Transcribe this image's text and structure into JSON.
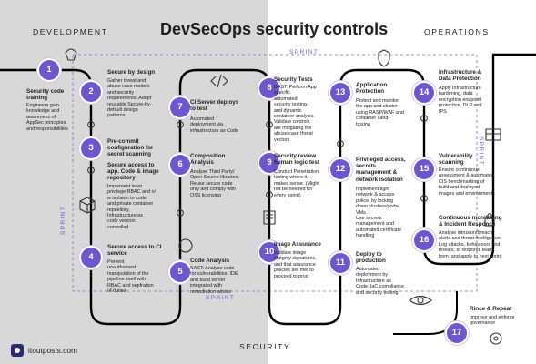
{
  "header": {
    "title": "DevSecOps security controls",
    "left_phase": "DEVELOPMENT",
    "right_phase": "OPERATIONS",
    "bottom_phase": "SECURITY"
  },
  "sprint_label": "SPRINT",
  "footer": {
    "site": "itoutposts.com"
  },
  "colors": {
    "accent": "#6e56cf",
    "track": "#000000",
    "dashed": "#7b6bd8",
    "left_bg": "#d8d8d8"
  },
  "steps": [
    {
      "n": "1",
      "title": "Security code\ntraining",
      "desc": "Engineers gain\nknowledge and\nawareness of\nAppSec principles\nand responsibilities"
    },
    {
      "n": "2",
      "title": "Secure by design",
      "desc": "Gather threat and\nabuse case models\nand security\nrequirements. Adopt\nreusable Secure-by-\ndefault design\npatterns"
    },
    {
      "n": "3",
      "title": "Pre-commit\nconfiguration for\nsecret scanning",
      "desc": ""
    },
    {
      "n": "",
      "title": "Secure access to\napp. Code & image\nrepository",
      "desc": "Implement least\nprivilege RBAC and n/\nw isolaion to code\nand private container\nrepository,\nInfrastructure as\ncode version\ncontrolled"
    },
    {
      "n": "4",
      "title": "Secure access to CI\nservice",
      "desc": "Prevent\nunauthorised\nmanipulation of the\npipeline itself with\nRBAC and sepfration\nof duties"
    },
    {
      "n": "5",
      "title": "Code Analysis",
      "desc": "SAST: Analyse code\nfor vulnerabilities. IDE\nand build server\nintegrated with\nremediation advice"
    },
    {
      "n": "6",
      "title": "Composition\nAnalysis",
      "desc": "Analyse Third Party/\nOpen Source libraries.\nReuse secure code\nonly and comply with\nOSS licensing"
    },
    {
      "n": "7",
      "title": "CI Server deploys\nto test",
      "desc": "Automated\ndeployment via\ninfrastructure as Code"
    },
    {
      "n": "8",
      "title": "Security Tests",
      "desc": "DAST: Perform App\nspecific\nautomated\nsecurity testing\nand dynamic\ncontainer analysis.\nValidate controls\nare mitigating the\nabuse case threat\nvectors"
    },
    {
      "n": "9",
      "title": "Security review\nhuman logic test",
      "desc": "Conduct Penetration\ntesting where it\nmakes sense. (Might\nnot be needed for\nevery sprint)"
    },
    {
      "n": "10",
      "title": "Image Assurance",
      "desc": "Validate image\nintegrity signatures,\nand that assurance\npolicies are met to\nproceed to prod"
    },
    {
      "n": "11",
      "title": "Deploy to\nproduction",
      "desc": "Automated\ndeployment by\nInfrastructure as\nCode. IaC compliance\nand security testing"
    },
    {
      "n": "12",
      "title": "Privileged access,\nsecrets\nmanagement &\nnetwork isolation",
      "desc": "Implement tight\nnetwork & access\npolice, by locking\ndown clusters/pods/\nVMs.\nUse secrets\nmanagement and\nautomated certificate\nhandling"
    },
    {
      "n": "13",
      "title": "Application\nProtection",
      "desc": "Protect and monitor\nthe app and cluster\nusing RASP/WAF and\ncontainer sand-\nboxing"
    },
    {
      "n": "14",
      "title": "Infrastructure &\nData Protection",
      "desc": "Apply Infrastructure\nhardening, data\nencryption endpoint\nprotection, DLP and\nIPS"
    },
    {
      "n": "15",
      "title": "Vulnerability\nscanning",
      "desc": "Ensure continuous\nassessment & automated\nCIS benchmarking of\nbuild and deployed\nimages and environments"
    },
    {
      "n": "16",
      "title": "Continuous monitoring\n& Incident Responce",
      "desc": "Analyse intrusion/breach\nalerts and threat intelligence.\nLog attacks, behaviours and\nthreats, to respond, learn\nfrom, and apply to next sprint"
    },
    {
      "n": "17",
      "title": "Rince & Repeat",
      "desc": "Improve and enforce\ngovernance"
    }
  ]
}
